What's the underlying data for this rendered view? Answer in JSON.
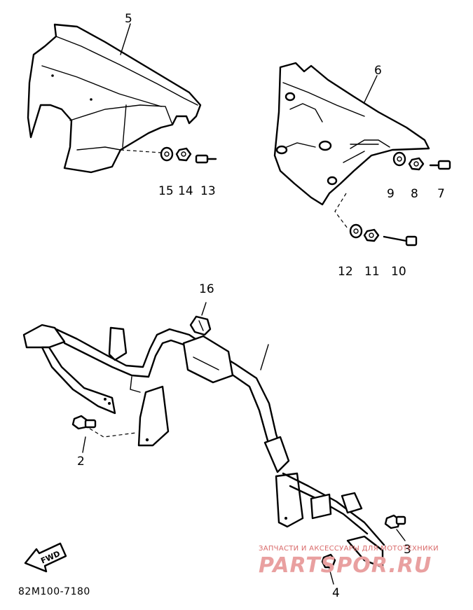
{
  "callouts": [
    "5",
    "6",
    "15",
    "14",
    "13",
    "9",
    "8",
    "7",
    "12",
    "11",
    "10",
    "16",
    "2",
    "3",
    "4"
  ],
  "fwd_label": "FWD",
  "diagram_code": "82M100-7180",
  "watermark": {
    "tagline": "ЗАПЧАСТИ И АКСЕССУАРЫ ДЛЯ МОТОТЕХНИКИ",
    "brand": "PARTSPOR.RU",
    "color": "#e9a0a0"
  }
}
